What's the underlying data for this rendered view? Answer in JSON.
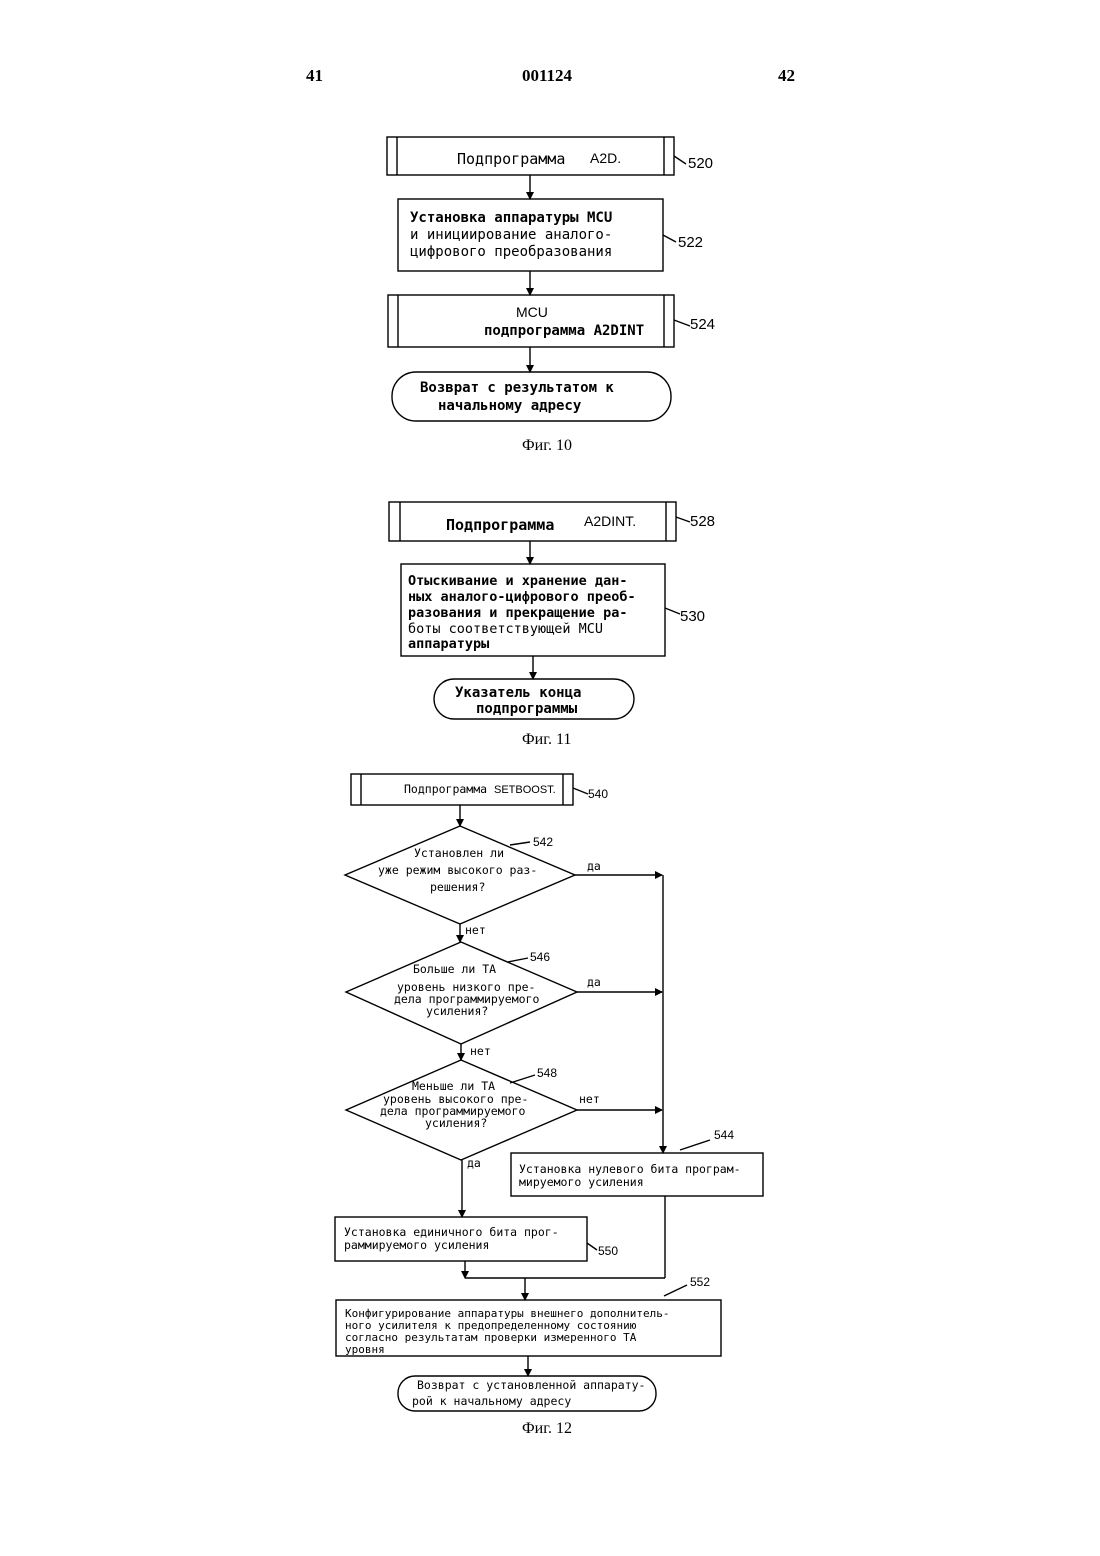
{
  "header": {
    "left_page": "41",
    "doc_number": "001124",
    "right_page": "42"
  },
  "fig10": {
    "caption": "Фиг. 10",
    "start": {
      "prefix": "Подпрограмма",
      "name": "A2D.",
      "ref": "520"
    },
    "step522": {
      "lines": [
        "Установка аппаратуры MCU",
        "и инициирование аналого-",
        "цифрового преобразования"
      ],
      "ref": "522"
    },
    "step524": {
      "line1": "MCU",
      "line2": "подпрограмма A2DINT",
      "ref": "524"
    },
    "end": {
      "lines": [
        "Возврат с результатом к",
        "начальному адресу"
      ]
    }
  },
  "fig11": {
    "caption": "Фиг. 11",
    "start": {
      "prefix": "Подпрограмма",
      "name": "A2DINT.",
      "ref": "528"
    },
    "step530": {
      "lines": [
        "Отыскивание и хранение дан-",
        "ных аналого-цифрового преоб-",
        "разования и прекращение ра-",
        "боты соответствующей MCU",
        "аппаратуры"
      ],
      "ref": "530"
    },
    "end": {
      "lines": [
        "Указатель конца",
        "подпрограммы"
      ]
    }
  },
  "fig12": {
    "caption": "Фиг. 12",
    "start": {
      "prefix": "Подпрограмма",
      "name": "SETBOOST.",
      "ref": "540"
    },
    "dec542": {
      "lines": [
        "Установлен ли",
        "уже режим высокого раз-",
        "решения?"
      ],
      "ref": "542",
      "yes": "да",
      "no": "нет"
    },
    "dec546": {
      "lines": [
        "Больше ли TA",
        "уровень низкого пре-",
        "дела программируемого",
        "усиления?"
      ],
      "ref": "546",
      "yes": "да",
      "no": "нет"
    },
    "dec548": {
      "lines": [
        "Меньше ли TA",
        "уровень высокого пре-",
        "дела программируемого",
        "усиления?"
      ],
      "ref": "548",
      "yes": "да",
      "no": "нет"
    },
    "step544": {
      "lines": [
        "Установка нулевого бита програм-",
        "мируемого усиления"
      ],
      "ref": "544"
    },
    "step550": {
      "lines": [
        "Установка единичного бита прог-",
        "раммируемого усиления"
      ],
      "ref": "550"
    },
    "step552": {
      "lines": [
        "Конфигурирование аппаратуры внешнего дополнитель-",
        "ного усилителя к предопределенному состоянию",
        "согласно результатам проверки измеренного TA",
        "уровня"
      ],
      "ref": "552"
    },
    "end": {
      "lines": [
        "Возврат с установленной аппарату-",
        "рой к начальному адресу"
      ]
    }
  }
}
